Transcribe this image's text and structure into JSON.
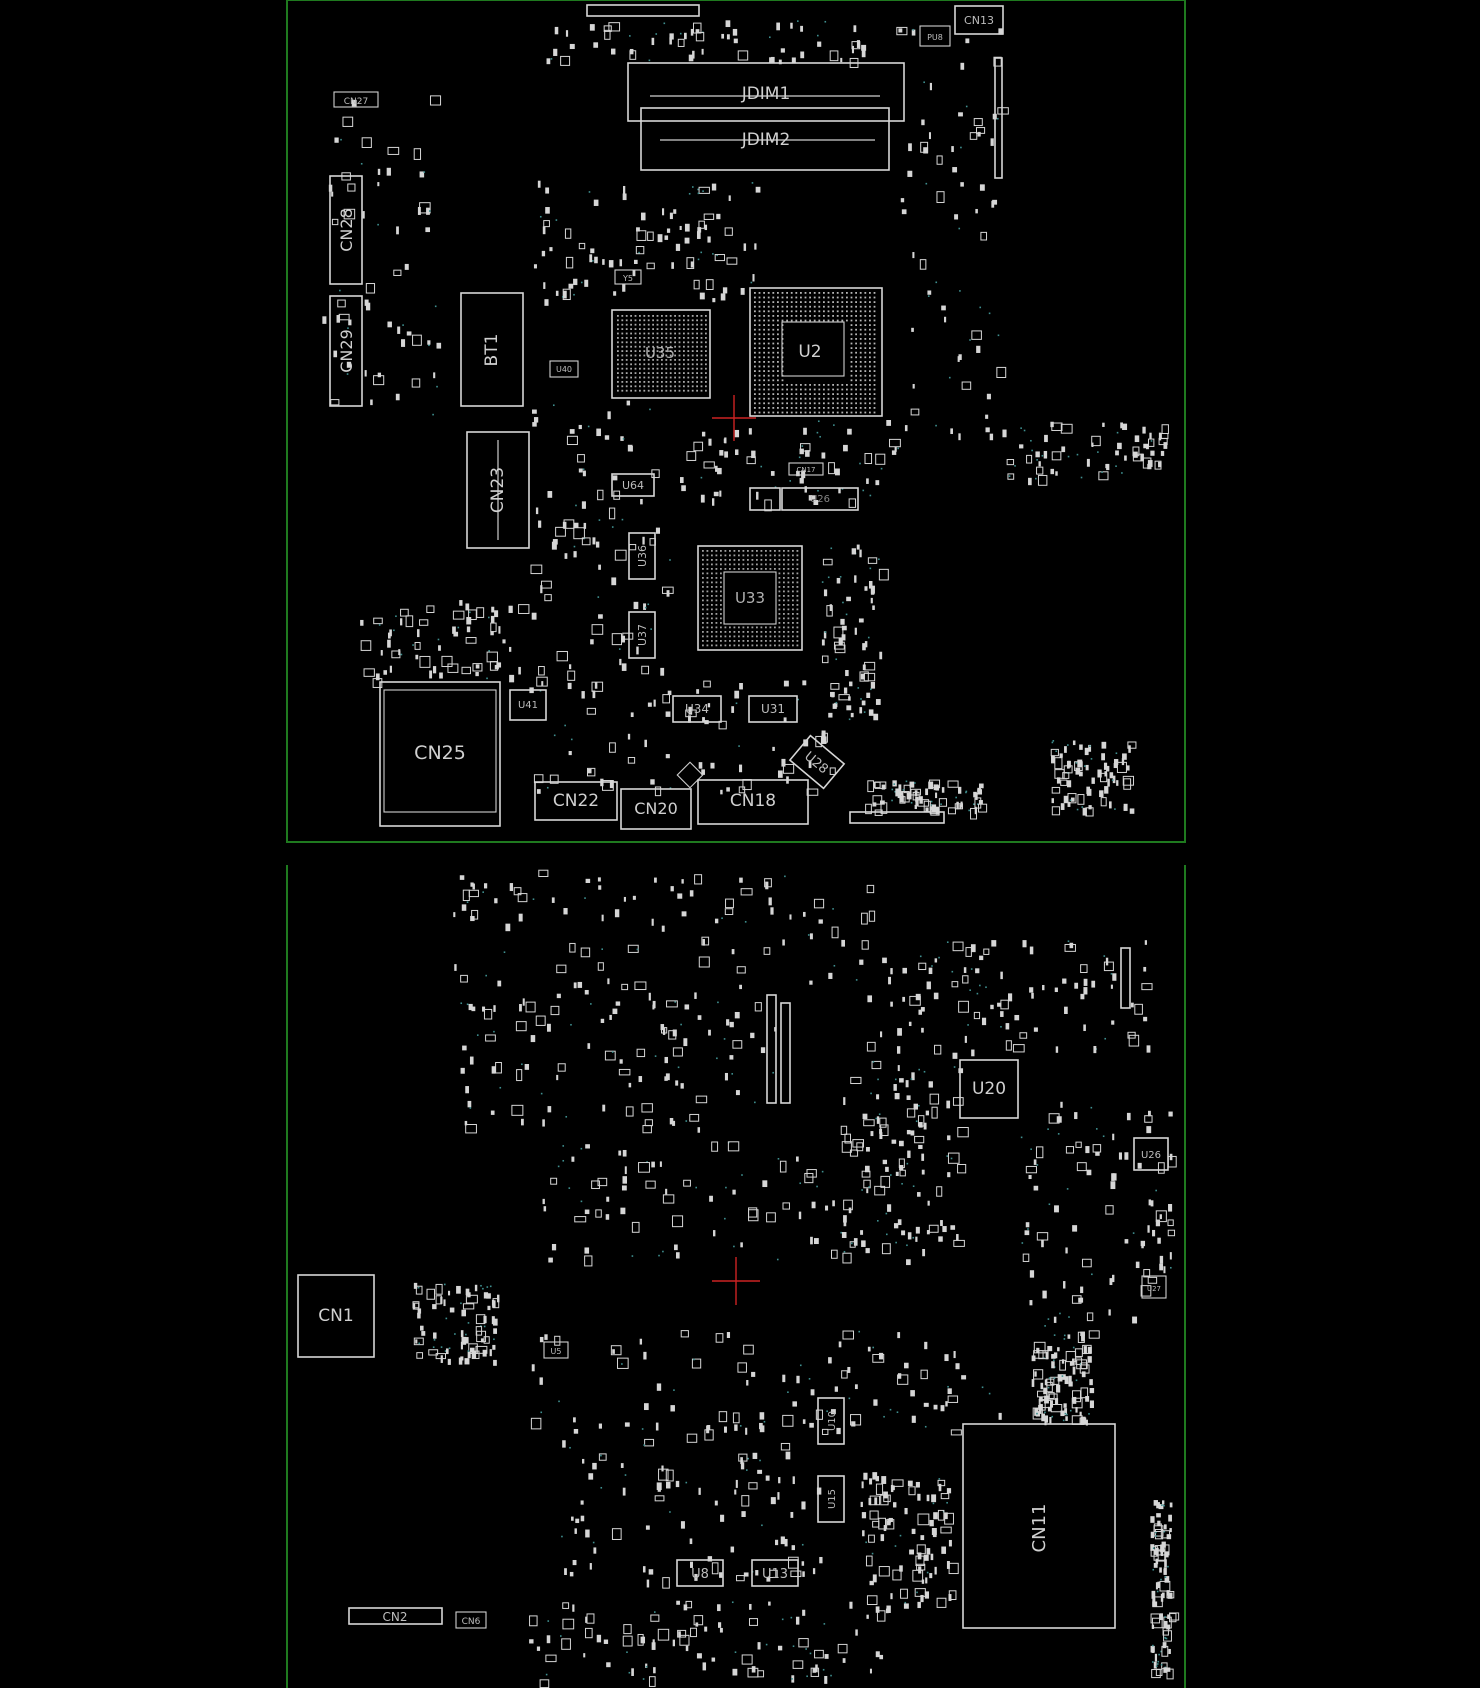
{
  "colors": {
    "background": "#000000",
    "board_outline": "#1f7a1f",
    "silkscreen": "#d6d6d6",
    "crosshair": "#cc2222",
    "via_teal": "#3f8f8f"
  },
  "top_side": {
    "labels": {
      "jdim1": "JDIM1",
      "jdim2": "JDIM2",
      "cn13": "CN13",
      "cn27": "CN27",
      "cn28": "CN28",
      "cn29": "CN29",
      "bt1": "BT1",
      "cn23": "CN23",
      "u35": "U35",
      "u2": "U2",
      "u33": "U33",
      "u34": "U34",
      "u31": "U31",
      "u41": "U41",
      "u28": "U28",
      "u36": "U36",
      "u37": "U37",
      "u64": "U64",
      "u26": "U26",
      "u40": "U40",
      "cn17": "CN17",
      "cn25": "CN25",
      "cn22": "CN22",
      "cn20": "CN20",
      "cn18": "CN18",
      "y5": "Y5",
      "pu8": "PU8"
    }
  },
  "bottom_side": {
    "labels": {
      "u20": "U20",
      "u26": "U26",
      "cn1": "CN1",
      "cn11": "CN11",
      "cn2": "CN2",
      "cn6": "CN6",
      "u8": "U8",
      "u13": "U13",
      "u10": "U10",
      "u15": "U15",
      "u5": "U5",
      "u27": "U27"
    }
  }
}
